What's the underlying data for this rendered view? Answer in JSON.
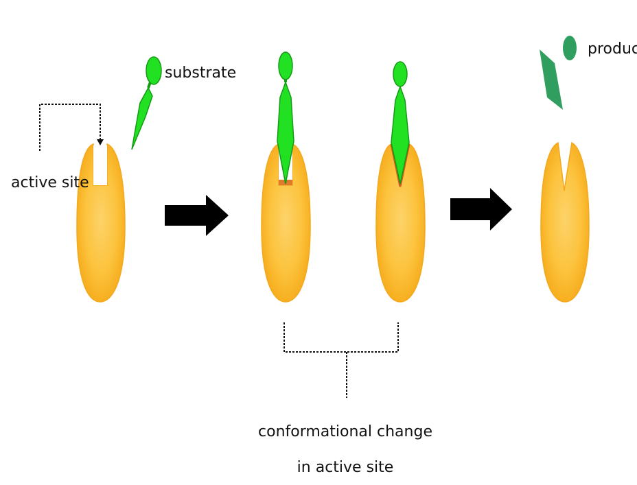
{
  "labels": {
    "substrate": "substrate",
    "active_site": "active site",
    "products": "products",
    "conformational_line1": "conformational change",
    "conformational_line2": "in active site"
  },
  "colors": {
    "enzyme": "#fbbd30",
    "enzyme_edge": "#f3a81e",
    "substrate": "#22e022",
    "substrate_edge": "#159a15",
    "products": "#2f9e5e",
    "induced_fit_edge": "#d45a1c",
    "arrow": "#000000",
    "text": "#111111"
  },
  "icons": {
    "reaction_arrow": "right-arrow-icon"
  }
}
